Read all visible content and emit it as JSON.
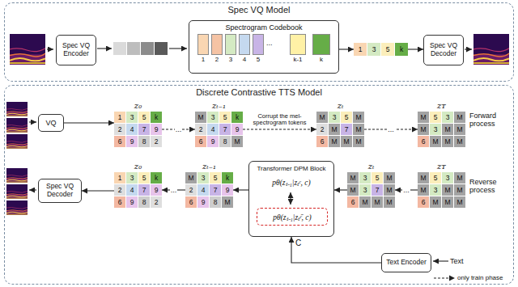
{
  "diagram": {
    "nodes": [
      {
        "text": [
          "Spec VQ Model"
        ]
      },
      {
        "text": [
          "Spec VQ Encoder"
        ],
        "in": 0
      },
      {
        "text": [
          "Spectrogram Codebook"
        ],
        "in": 0
      },
      {
        "text": [
          "1"
        ],
        "in": 2
      },
      {
        "text": [
          "2"
        ],
        "in": 2
      },
      {
        "text": [
          "3"
        ],
        "in": 2
      },
      {
        "text": [
          "4"
        ],
        "in": 2
      },
      {
        "text": [
          "5"
        ],
        "in": 2
      },
      {
        "text": [
          "k-1"
        ],
        "in": 2
      },
      {
        "text": [
          "k"
        ],
        "in": 2
      },
      {
        "text": [
          "1"
        ],
        "in": 0
      },
      {
        "text": [
          "3"
        ],
        "in": 0
      },
      {
        "text": [
          "5"
        ],
        "in": 0
      },
      {
        "text": [
          "k"
        ],
        "in": 0
      },
      {
        "text": [
          "Spec VQ Decoder"
        ],
        "in": 0
      },
      {
        "text": [
          "Discrete Contrastive TTS Model"
        ]
      },
      {
        "text": [
          "VQ"
        ],
        "in": 15
      },
      {
        "text": [
          "z₀"
        ],
        "in": 15
      },
      {
        "text": [
          "1"
        ],
        "in": 17
      },
      {
        "text": [
          "3"
        ],
        "in": 17
      },
      {
        "text": [
          "5"
        ],
        "in": 17
      },
      {
        "text": [
          "k"
        ],
        "in": 17
      },
      {
        "text": [
          "2"
        ],
        "in": 17
      },
      {
        "text": [
          "4"
        ],
        "in": 17
      },
      {
        "text": [
          "7"
        ],
        "in": 17
      },
      {
        "text": [
          "9"
        ],
        "in": 17
      },
      {
        "text": [
          "6"
        ],
        "in": 17
      },
      {
        "text": [
          "9"
        ],
        "in": 17
      },
      {
        "text": [
          "8"
        ],
        "in": 17
      },
      {
        "text": [
          "2"
        ],
        "in": 17
      },
      {
        "text": [
          "zₜ₋₁"
        ],
        "in": 15
      },
      {
        "text": [
          "M"
        ],
        "in": 30
      },
      {
        "text": [
          "3"
        ],
        "in": 30
      },
      {
        "text": [
          "5"
        ],
        "in": 30
      },
      {
        "text": [
          "k"
        ],
        "in": 30
      },
      {
        "text": [
          "2"
        ],
        "in": 30
      },
      {
        "text": [
          "4"
        ],
        "in": 30
      },
      {
        "text": [
          "7"
        ],
        "in": 30
      },
      {
        "text": [
          "9"
        ],
        "in": 30
      },
      {
        "text": [
          "6"
        ],
        "in": 30
      },
      {
        "text": [
          "9"
        ],
        "in": 30
      },
      {
        "text": [
          "8"
        ],
        "in": 30
      },
      {
        "text": [
          "M"
        ],
        "in": 30
      },
      {
        "text": [
          "zₜ"
        ],
        "in": 15
      },
      {
        "text": [
          "M"
        ],
        "in": 43
      },
      {
        "text": [
          "3"
        ],
        "in": 43
      },
      {
        "text": [
          "5"
        ],
        "in": 43
      },
      {
        "text": [
          "M"
        ],
        "in": 43
      },
      {
        "text": [
          "2"
        ],
        "in": 43
      },
      {
        "text": [
          "M"
        ],
        "in": 43
      },
      {
        "text": [
          "7"
        ],
        "in": 43
      },
      {
        "text": [
          "M"
        ],
        "in": 43
      },
      {
        "text": [
          "6"
        ],
        "in": 43
      },
      {
        "text": [
          "M"
        ],
        "in": 43
      },
      {
        "text": [
          "M"
        ],
        "in": 43
      },
      {
        "text": [
          "M"
        ],
        "in": 43
      },
      {
        "text": [
          "zᴛ"
        ],
        "in": 15
      },
      {
        "text": [
          "M"
        ],
        "in": 56
      },
      {
        "text": [
          "5"
        ],
        "in": 56
      },
      {
        "text": [
          "3"
        ],
        "in": 56
      },
      {
        "text": [
          "M"
        ],
        "in": 56
      },
      {
        "text": [
          "M"
        ],
        "in": 56
      },
      {
        "text": [
          "3"
        ],
        "in": 56
      },
      {
        "text": [
          "M"
        ],
        "in": 56
      },
      {
        "text": [
          "M"
        ],
        "in": 56
      },
      {
        "text": [
          "6"
        ],
        "in": 56
      },
      {
        "text": [
          "M"
        ],
        "in": 56
      },
      {
        "text": [
          "M"
        ],
        "in": 56
      },
      {
        "text": [
          "M"
        ],
        "in": 56
      },
      {
        "text": [
          "Spec VQ Decoder"
        ],
        "in": 15
      },
      {
        "text": [
          "z₀"
        ],
        "in": 15
      },
      {
        "text": [
          "1"
        ],
        "in": 70
      },
      {
        "text": [
          "3"
        ],
        "in": 70
      },
      {
        "text": [
          "5"
        ],
        "in": 70
      },
      {
        "text": [
          "k"
        ],
        "in": 70
      },
      {
        "text": [
          "2"
        ],
        "in": 70
      },
      {
        "text": [
          "4"
        ],
        "in": 70
      },
      {
        "text": [
          "7"
        ],
        "in": 70
      },
      {
        "text": [
          "9"
        ],
        "in": 70
      },
      {
        "text": [
          "6"
        ],
        "in": 70
      },
      {
        "text": [
          "9"
        ],
        "in": 70
      },
      {
        "text": [
          "8"
        ],
        "in": 70
      },
      {
        "text": [
          "2"
        ],
        "in": 70
      },
      {
        "text": [
          "zₜ₋₁"
        ],
        "in": 15
      },
      {
        "text": [
          "M"
        ],
        "in": 83
      },
      {
        "text": [
          "3"
        ],
        "in": 83
      },
      {
        "text": [
          "5"
        ],
        "in": 83
      },
      {
        "text": [
          "k"
        ],
        "in": 83
      },
      {
        "text": [
          "2"
        ],
        "in": 83
      },
      {
        "text": [
          "4"
        ],
        "in": 83
      },
      {
        "text": [
          "7"
        ],
        "in": 83
      },
      {
        "text": [
          "9"
        ],
        "in": 83
      },
      {
        "text": [
          "6"
        ],
        "in": 83
      },
      {
        "text": [
          "9"
        ],
        "in": 83
      },
      {
        "text": [
          "8"
        ],
        "in": 83
      },
      {
        "text": [
          "M"
        ],
        "in": 83
      },
      {
        "text": [
          "Transformer DPM Block",
          "pθ(zₜ₋₁|zₜᶜ, c)"
        ],
        "in": 15
      },
      {
        "text": [
          "pθ(zₜ₋₁|zₜᶜ̄, c)"
        ],
        "in": 96
      },
      {
        "text": [
          "zₜ"
        ],
        "in": 15
      },
      {
        "text": [
          "M"
        ],
        "in": 98
      },
      {
        "text": [
          "3"
        ],
        "in": 98
      },
      {
        "text": [
          "5"
        ],
        "in": 98
      },
      {
        "text": [
          "M"
        ],
        "in": 98
      },
      {
        "text": [
          "M"
        ],
        "in": 98
      },
      {
        "text": [
          "3"
        ],
        "in": 98
      },
      {
        "text": [
          "7"
        ],
        "in": 98
      },
      {
        "text": [
          "M"
        ],
        "in": 98
      },
      {
        "text": [
          "6"
        ],
        "in": 98
      },
      {
        "text": [
          "M"
        ],
        "in": 98
      },
      {
        "text": [
          "M"
        ],
        "in": 98
      },
      {
        "text": [
          "M"
        ],
        "in": 98
      },
      {
        "text": [
          "zᴛ"
        ],
        "in": 15
      },
      {
        "text": [
          "M"
        ],
        "in": 111
      },
      {
        "text": [
          "5"
        ],
        "in": 111
      },
      {
        "text": [
          "3"
        ],
        "in": 111
      },
      {
        "text": [
          "M"
        ],
        "in": 111
      },
      {
        "text": [
          "M"
        ],
        "in": 111
      },
      {
        "text": [
          "3"
        ],
        "in": 111
      },
      {
        "text": [
          "M"
        ],
        "in": 111
      },
      {
        "text": [
          "M"
        ],
        "in": 111
      },
      {
        "text": [
          "6"
        ],
        "in": 111
      },
      {
        "text": [
          "M"
        ],
        "in": 111
      },
      {
        "text": [
          "M"
        ],
        "in": 111
      },
      {
        "text": [
          "M"
        ],
        "in": 111
      },
      {
        "text": [
          "Text Encoder"
        ],
        "in": 15
      }
    ],
    "edges": [
      {
        "from": 2,
        "to": 10,
        "arrow": "to"
      },
      {
        "from": 13,
        "to": 14,
        "arrow": "to"
      },
      {
        "from": 16,
        "to": 17,
        "arrow": "to"
      },
      {
        "from": 17,
        "to": 30,
        "arrow": "to",
        "label": "..."
      },
      {
        "from": 30,
        "to": 43,
        "arrow": "to",
        "label": "Corrupt the mel-spectrogram tokens"
      },
      {
        "from": 43,
        "to": 56,
        "arrow": "to",
        "label": "..."
      },
      {
        "from": 111,
        "to": 98,
        "arrow": "to",
        "label": "..."
      },
      {
        "from": 98,
        "to": 96,
        "arrow": "to"
      },
      {
        "from": 96,
        "to": 83,
        "arrow": "to"
      },
      {
        "from": 83,
        "to": 70,
        "arrow": "to",
        "label": "..."
      },
      {
        "from": 70,
        "to": 69,
        "arrow": "to"
      },
      {
        "from": 124,
        "to": 96,
        "arrow": "to",
        "label": "C"
      }
    ],
    "labels": [
      "...",
      "Forward process",
      "Reverse process",
      "Text"
    ],
    "legend": [
      {
        "text": "only train phase"
      }
    ]
  }
}
